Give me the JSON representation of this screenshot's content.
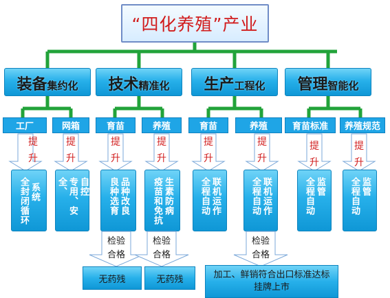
{
  "title": "“四化养殖”产业",
  "categories": [
    {
      "big": "装备",
      "small": "集约化"
    },
    {
      "big": "技术",
      "small": "精准化"
    },
    {
      "big": "生产",
      "small": "工程化"
    },
    {
      "big": "管理",
      "small": "智能化"
    }
  ],
  "subitems": [
    "工厂",
    "网箱",
    "育苗",
    "养殖",
    "育苗",
    "养殖",
    "育苗标准",
    "养殖规范"
  ],
  "raise": {
    "c1": "提",
    "c2": "升"
  },
  "details": [
    {
      "a": "系统",
      "b": "全封闭循环"
    },
    {
      "a": "自控",
      "b": "专用、安全、"
    },
    {
      "a": "品种改良",
      "b": "良种选育"
    },
    {
      "a": "生素防病",
      "b": "疫苗和免抗"
    },
    {
      "a": "联机运作",
      "b": "全程自动"
    },
    {
      "a": "联机运作",
      "b": "全程自动"
    },
    {
      "a": "监管",
      "b": "全程自动"
    },
    {
      "a": "监管",
      "b": "全程自动"
    }
  ],
  "inspection": {
    "l1": "检验",
    "l2": "合格"
  },
  "results": {
    "no_residue": "无药残",
    "export": "加工、鲜销符合出口标准达标挂牌上市"
  },
  "colors": {
    "box": "#27b0ea",
    "connector": "#22a33a",
    "title_text": "#d11b1b"
  }
}
